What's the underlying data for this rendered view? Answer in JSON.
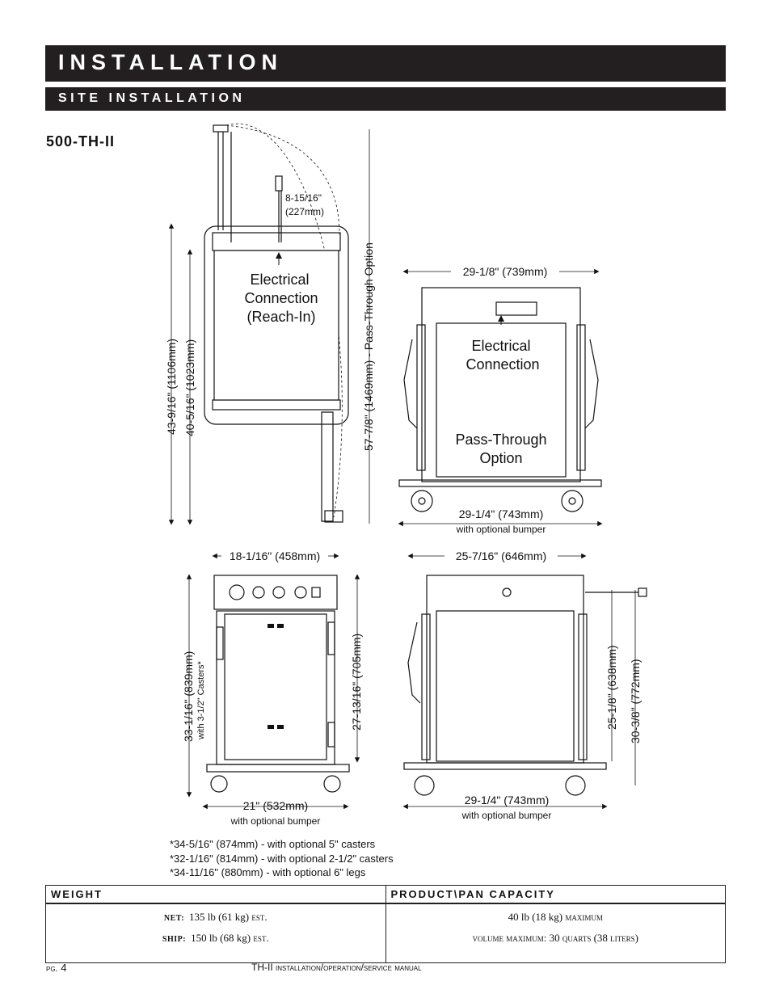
{
  "header": {
    "title": "INSTALLATION",
    "subtitle": "SITE INSTALLATION"
  },
  "model": "500-TH-II",
  "drawing_top_left": {
    "dim_overall_height": "43-9/16\" (1106mm)",
    "dim_inner_height": "40-5/16\" (1023mm)",
    "dim_pass_through": "57-7/8\" (1469mm) - Pass-Through Option",
    "dim_plug": "8-15/16\"",
    "dim_plug_mm": "(227mm)",
    "callout": [
      "Electrical",
      "Connection",
      "(Reach-In)"
    ]
  },
  "drawing_top_right": {
    "dim_width": "29-1/8\" (739mm)",
    "callout_electrical": [
      "Electrical",
      "Connection"
    ],
    "callout_pass": [
      "Pass-Through",
      "Option"
    ],
    "dim_bumper_width": "29-1/4\" (743mm)",
    "bumper_note": "with optional bumper"
  },
  "drawing_bottom_left": {
    "dim_top_width": "18-1/16\" (458mm)",
    "dim_height": "33-1/16\" (839mm)",
    "dim_height_note": "with 3-1/2\" Casters*",
    "dim_door_height": "27-13/16\" (705mm)",
    "dim_bottom_width": "21\" (532mm)",
    "bumper_note": "with optional bumper"
  },
  "drawing_bottom_right": {
    "dim_top_width": "25-7/16\" (646mm)",
    "dim_inner_height": "25-1/8\" (638mm)",
    "dim_outer_height": "30-3/8\" (772mm)",
    "dim_bumper_width": "29-1/4\" (743mm)",
    "bumper_note": "with optional bumper"
  },
  "notes": [
    "*34-5/16\" (874mm) - with optional 5\" casters",
    "*32-1/16\" (814mm) - with optional 2-1/2\" casters",
    "*34-11/16\" (880mm) - with optional 6\" legs"
  ],
  "table": {
    "headers": [
      "WEIGHT",
      "PRODUCT\\PAN CAPACITY"
    ],
    "net_label": "NET:",
    "net_value": "135 lb (61 kg)",
    "net_suffix": "est.",
    "ship_label": "SHIP:",
    "ship_value": "150 lb (68 kg)",
    "ship_suffix": "est.",
    "capacity_value": "40 lb (18 kg)",
    "capacity_suffix": "maximum",
    "volume_label": "volume maximum:",
    "volume_value": "30",
    "volume_unit": "quarts",
    "volume_liters": "(38",
    "volume_liters_unit": "liters",
    "volume_close": ")"
  },
  "footer": {
    "page_prefix": "pg.",
    "page_number": "4",
    "manual_model": "TH-II",
    "manual_title": "installation/operation/service manual"
  }
}
